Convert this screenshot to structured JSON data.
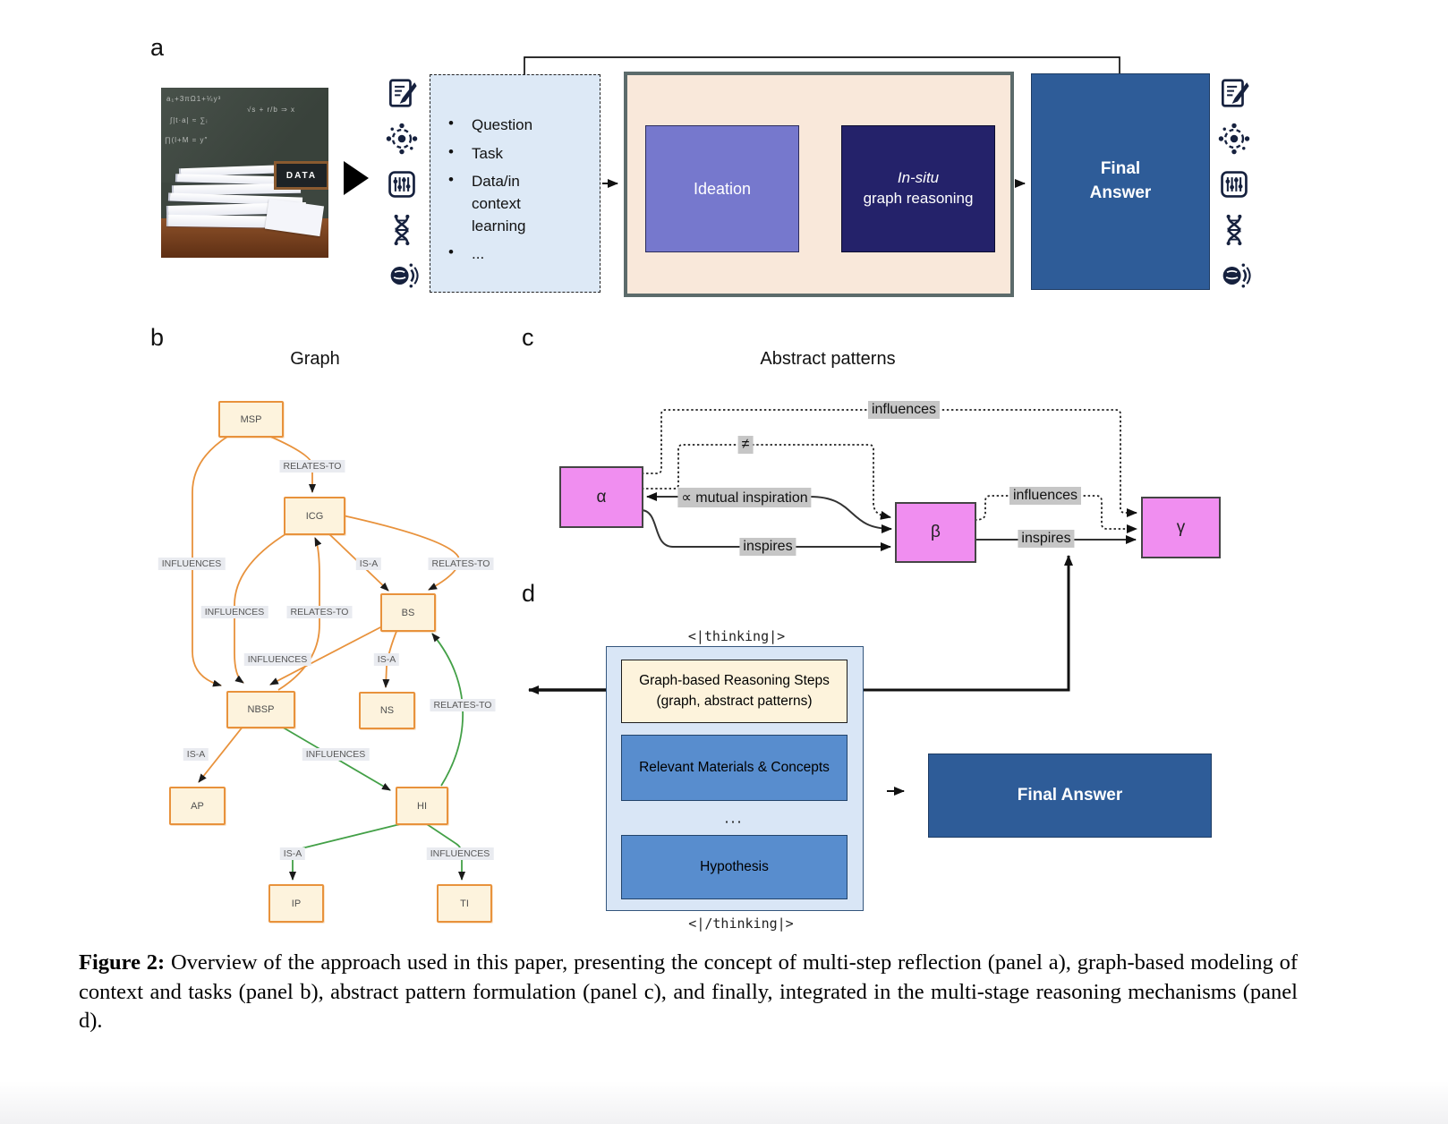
{
  "panel_a": {
    "label": "a",
    "photo": {
      "sign": "DATA",
      "chalk": [
        "a₁+3πΩ1+¼y³",
        "∫|t·a| ≈ ∑ᵢ",
        "∏(l+M = y″",
        "√s + r/b ⇒ x"
      ]
    },
    "items": [
      "Question",
      "Task",
      "Data/in context learning",
      "..."
    ],
    "ideation": "Ideation",
    "insitu_line1": "In-situ",
    "insitu_line2": "graph reasoning",
    "final_line1": "Final",
    "final_line2": "Answer"
  },
  "panel_b": {
    "label": "b",
    "title": "Graph",
    "nodes": [
      {
        "label": "MSP"
      },
      {
        "label": "ICG"
      },
      {
        "label": "BS"
      },
      {
        "label": "NBSP"
      },
      {
        "label": "NS"
      },
      {
        "label": "AP"
      },
      {
        "label": "HI"
      },
      {
        "label": "IP"
      },
      {
        "label": "TI"
      }
    ],
    "edge_labels": [
      "RELATES-TO",
      "INFLUENCES",
      "IS-A",
      "RELATES-TO",
      "INFLUENCES",
      "RELATES-TO",
      "INFLUENCES",
      "IS-A",
      "RELATES-TO",
      "IS-A",
      "INFLUENCES",
      "IS-A",
      "INFLUENCES"
    ]
  },
  "panel_c": {
    "label": "c",
    "title": "Abstract patterns",
    "alpha": "α",
    "beta": "β",
    "gamma": "γ",
    "labels": {
      "influences_top": "influences",
      "neq": "≠",
      "mutual": "∝ mutual inspiration",
      "inspires_ab": "inspires",
      "influences_bg": "influences",
      "inspires_bg": "inspires"
    }
  },
  "panel_d": {
    "label": "d",
    "thinking_open": "<|thinking|>",
    "thinking_close": "<|/thinking|>",
    "box_graph_steps": "Graph-based Reasoning Steps (graph, abstract patterns)",
    "box_materials": "Relevant Materials & Concepts",
    "ellipsis": "...",
    "box_hypothesis": "Hypothesis",
    "final_answer": "Final Answer"
  },
  "caption": {
    "label": "Figure 2:",
    "text": "Overview of the approach used in this paper, presenting the concept of multi-step reflection (panel a), graph-based modeling of context and tasks (panel b), abstract pattern formulation (panel c), and finally, integrated in the multi-stage reasoning mechanisms (panel d)."
  },
  "icons": [
    "document-task-icon",
    "molecule-icon",
    "equalizer-icon",
    "dna-icon",
    "brain-icon"
  ],
  "colors": {
    "orange_edge": "#e8923c",
    "green_edge": "#43a047",
    "node_fill": "#fdf3dd",
    "edge_label_bg": "#e9ebf0",
    "c_node_fill": "#f08ef0",
    "c_label_bg": "#c6c6c6",
    "peach": "#f9e8da",
    "ideation_purple": "#7678cd",
    "insitu_navy": "#24226a",
    "final_blue": "#2e5c98",
    "container_blue": "#d9e6f6",
    "cream": "#fdf3dc",
    "step_blue": "#588dce",
    "input_fill": "#dde9f6"
  }
}
